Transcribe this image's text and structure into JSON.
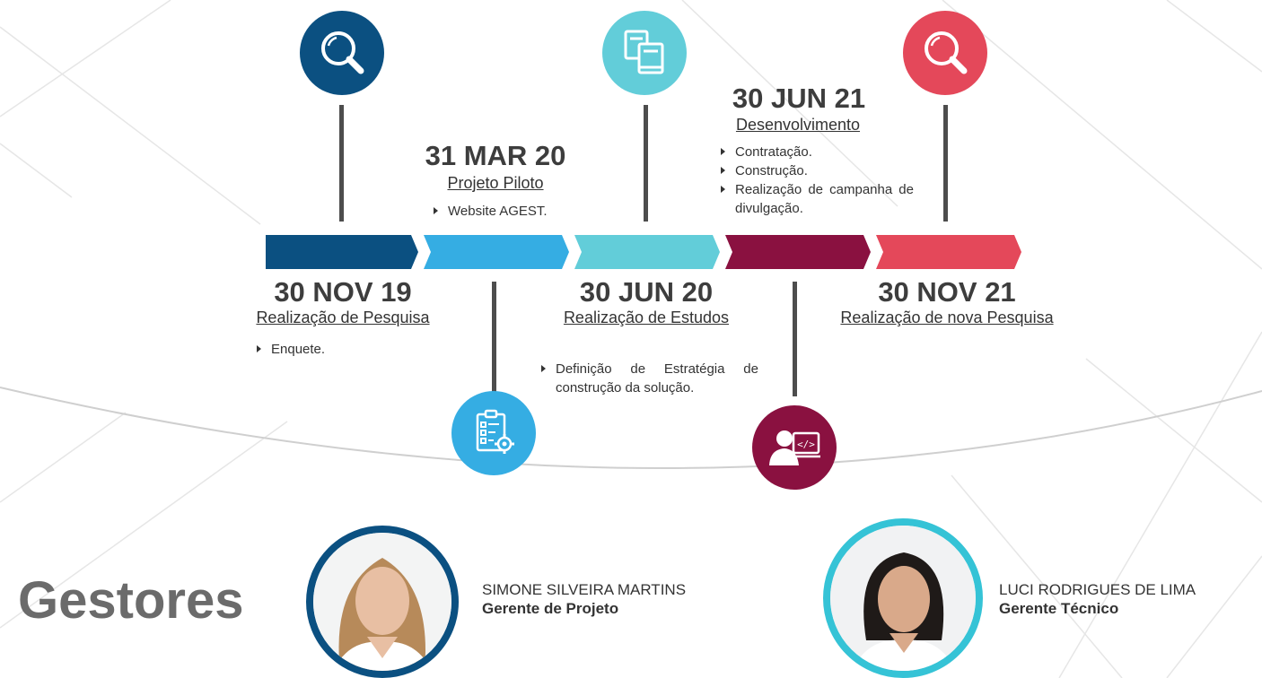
{
  "colors": {
    "navy": "#0b5081",
    "sky": "#35ade3",
    "teal": "#62cdd9",
    "wine": "#8a1140",
    "coral": "#e4485a",
    "line": "#4d4d4d"
  },
  "milestones": [
    {
      "date": "30 NOV 19",
      "phase": "Realização de Pesquisa",
      "bullets": [
        "Enquete."
      ],
      "icon": "search-icon",
      "color": "#0b5081"
    },
    {
      "date": "31 MAR 20",
      "phase": "Projeto Piloto",
      "bullets": [
        "Website AGEST."
      ],
      "icon": "checklist-gear-icon",
      "color": "#35ade3"
    },
    {
      "date": "30 JUN 20",
      "phase": "Realização de Estudos",
      "bullets": [
        "Definição de Estratégia de construção da solução."
      ],
      "icon": "books-icon",
      "color": "#62cdd9"
    },
    {
      "date": "30 JUN 21",
      "phase": "Desenvolvimento",
      "bullets": [
        "Contratação.",
        "Construção.",
        "Realização de campanha de divulgação."
      ],
      "icon": "developer-icon",
      "color": "#8a1140"
    },
    {
      "date": "30 NOV 21",
      "phase": "Realização de nova Pesquisa",
      "bullets": [],
      "icon": "search-icon",
      "color": "#e4485a"
    }
  ],
  "gestores": {
    "title": "Gestores",
    "people": [
      {
        "name": "SIMONE SILVEIRA MARTINS",
        "role": "Gerente de Projeto",
        "ring_color": "#0b5081"
      },
      {
        "name": "LUCI RODRIGUES DE LIMA",
        "role": "Gerente Técnico",
        "ring_color": "#35c3d6"
      }
    ]
  }
}
